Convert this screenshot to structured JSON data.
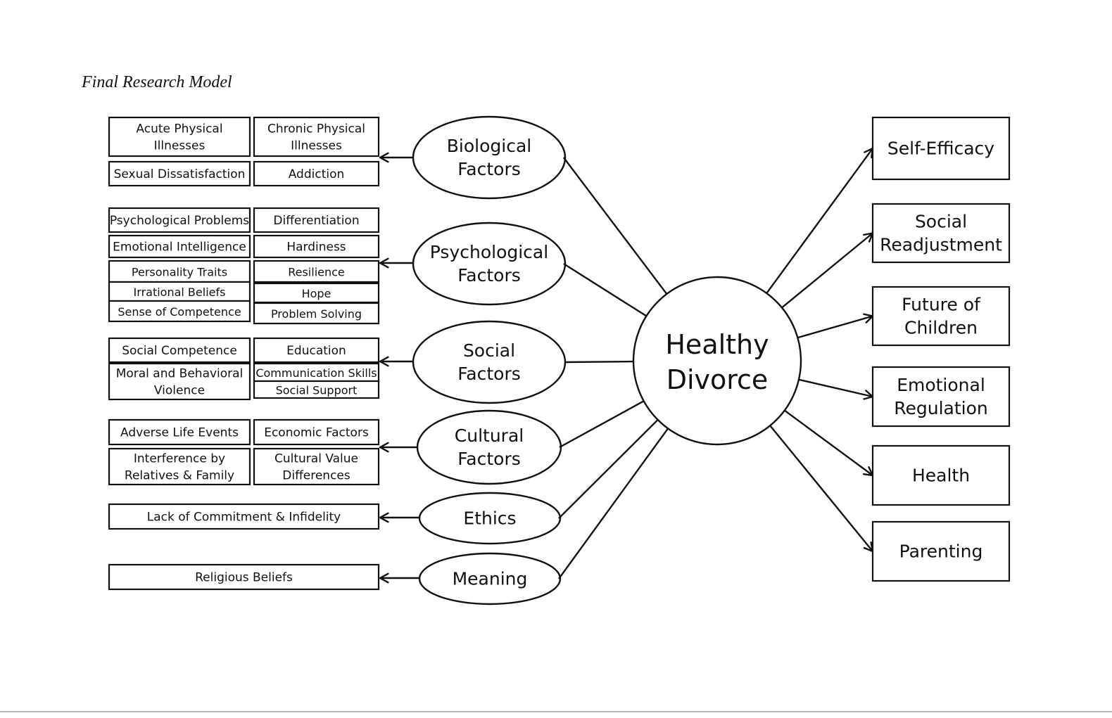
{
  "caption": "Final Research Model",
  "center": {
    "label_lines": [
      "Healthy",
      "Divorce"
    ]
  },
  "factors": [
    {
      "id": "biological",
      "label_lines": [
        "Biological",
        "Factors"
      ],
      "indicators": [
        {
          "col": 0,
          "label_lines": [
            "Acute Physical",
            "Illnesses"
          ]
        },
        {
          "col": 1,
          "label_lines": [
            "Chronic Physical",
            "Illnesses"
          ]
        },
        {
          "col": 0,
          "label_lines": [
            "Sexual Dissatisfaction"
          ]
        },
        {
          "col": 1,
          "label_lines": [
            "Addiction"
          ]
        }
      ]
    },
    {
      "id": "psychological",
      "label_lines": [
        "Psychological",
        "Factors"
      ],
      "indicators": [
        {
          "col": 0,
          "label_lines": [
            "Psychological Problems"
          ]
        },
        {
          "col": 1,
          "label_lines": [
            "Differentiation"
          ]
        },
        {
          "col": 0,
          "label_lines": [
            "Emotional Intelligence"
          ]
        },
        {
          "col": 1,
          "label_lines": [
            "Hardiness"
          ]
        },
        {
          "col": 0,
          "label_lines": [
            "Personality Traits"
          ]
        },
        {
          "col": 1,
          "label_lines": [
            "Resilience"
          ]
        },
        {
          "col": 0,
          "label_lines": [
            "Irrational Beliefs"
          ]
        },
        {
          "col": 1,
          "label_lines": [
            "Hope"
          ]
        },
        {
          "col": 0,
          "label_lines": [
            "Sense of Competence"
          ]
        },
        {
          "col": 1,
          "label_lines": [
            "Problem Solving"
          ]
        }
      ]
    },
    {
      "id": "social",
      "label_lines": [
        "Social",
        "Factors"
      ],
      "indicators": [
        {
          "col": 0,
          "label_lines": [
            "Social Competence"
          ]
        },
        {
          "col": 1,
          "label_lines": [
            "Education"
          ]
        },
        {
          "col": 0,
          "label_lines": [
            "Moral and Behavioral",
            "Violence"
          ]
        },
        {
          "col": 1,
          "label_lines": [
            "Communication Skills"
          ]
        },
        {
          "col": 1,
          "label_lines": [
            "Social Support"
          ]
        }
      ]
    },
    {
      "id": "cultural",
      "label_lines": [
        "Cultural",
        "Factors"
      ],
      "indicators": [
        {
          "col": 0,
          "label_lines": [
            "Adverse Life Events"
          ]
        },
        {
          "col": 1,
          "label_lines": [
            "Economic Factors"
          ]
        },
        {
          "col": 0,
          "label_lines": [
            "Interference by",
            "Relatives & Family"
          ]
        },
        {
          "col": 1,
          "label_lines": [
            "Cultural Value",
            "Differences"
          ]
        }
      ]
    },
    {
      "id": "ethics",
      "label_lines": [
        "Ethics"
      ],
      "indicators": [
        {
          "col": 2,
          "label_lines": [
            "Lack of Commitment & Infidelity"
          ]
        }
      ]
    },
    {
      "id": "meaning",
      "label_lines": [
        "Meaning"
      ],
      "indicators": [
        {
          "col": 2,
          "label_lines": [
            "Religious Beliefs"
          ]
        }
      ]
    }
  ],
  "outcomes": [
    {
      "id": "self-efficacy",
      "label_lines": [
        "Self-Efficacy"
      ]
    },
    {
      "id": "social-readjustment",
      "label_lines": [
        "Social",
        "Readjustment"
      ]
    },
    {
      "id": "future-of-children",
      "label_lines": [
        "Future of",
        "Children"
      ]
    },
    {
      "id": "emotional-regulation",
      "label_lines": [
        "Emotional",
        "Regulation"
      ]
    },
    {
      "id": "health",
      "label_lines": [
        "Health"
      ]
    },
    {
      "id": "parenting",
      "label_lines": [
        "Parenting"
      ]
    }
  ]
}
